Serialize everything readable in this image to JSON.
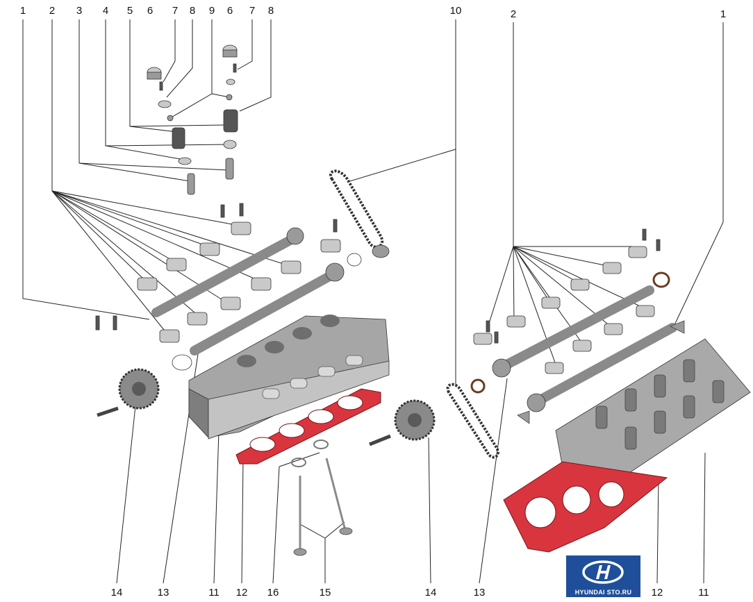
{
  "callouts_top": [
    "1",
    "2",
    "3",
    "4",
    "5",
    "6",
    "7",
    "8",
    "9",
    "6",
    "7",
    "8",
    "10",
    "2",
    "1"
  ],
  "callouts_bottom": [
    "14",
    "13",
    "11",
    "12",
    "16",
    "15",
    "14",
    "13",
    "12",
    "11"
  ],
  "logo": {
    "text": "HYUNDAI STO.RU",
    "color": "#1f4f9a"
  },
  "colors": {
    "gasket": "#d8353f",
    "metal": "#9a9a9a"
  }
}
